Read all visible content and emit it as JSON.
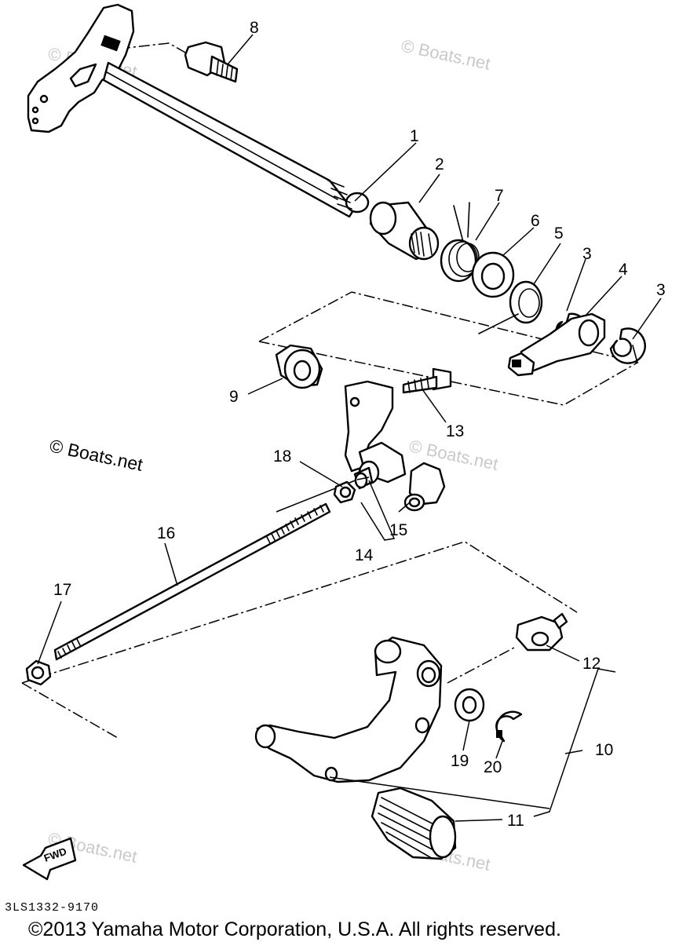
{
  "diagram": {
    "callouts": [
      {
        "id": "c1",
        "label": "1"
      },
      {
        "id": "c2",
        "label": "2"
      },
      {
        "id": "c3a",
        "label": "3"
      },
      {
        "id": "c3b",
        "label": "3"
      },
      {
        "id": "c4",
        "label": "4"
      },
      {
        "id": "c5",
        "label": "5"
      },
      {
        "id": "c6",
        "label": "6"
      },
      {
        "id": "c7",
        "label": "7"
      },
      {
        "id": "c8",
        "label": "8"
      },
      {
        "id": "c9",
        "label": "9"
      },
      {
        "id": "c10",
        "label": "10"
      },
      {
        "id": "c11",
        "label": "11"
      },
      {
        "id": "c12",
        "label": "12"
      },
      {
        "id": "c13",
        "label": "13"
      },
      {
        "id": "c14",
        "label": "14"
      },
      {
        "id": "c15",
        "label": "15"
      },
      {
        "id": "c16",
        "label": "16"
      },
      {
        "id": "c17",
        "label": "17"
      },
      {
        "id": "c18",
        "label": "18"
      },
      {
        "id": "c19",
        "label": "19"
      },
      {
        "id": "c20",
        "label": "20"
      }
    ],
    "watermark": "© Boats.net",
    "fwd_label": "FWD",
    "drawing_code": "3LS1332-9170",
    "copyright": "©2013 Yamaha Motor Corporation, U.S.A. All rights reserved."
  },
  "colors": {
    "ink": "#000000",
    "paper": "#ffffff",
    "watermark": "#c9c9c9"
  }
}
